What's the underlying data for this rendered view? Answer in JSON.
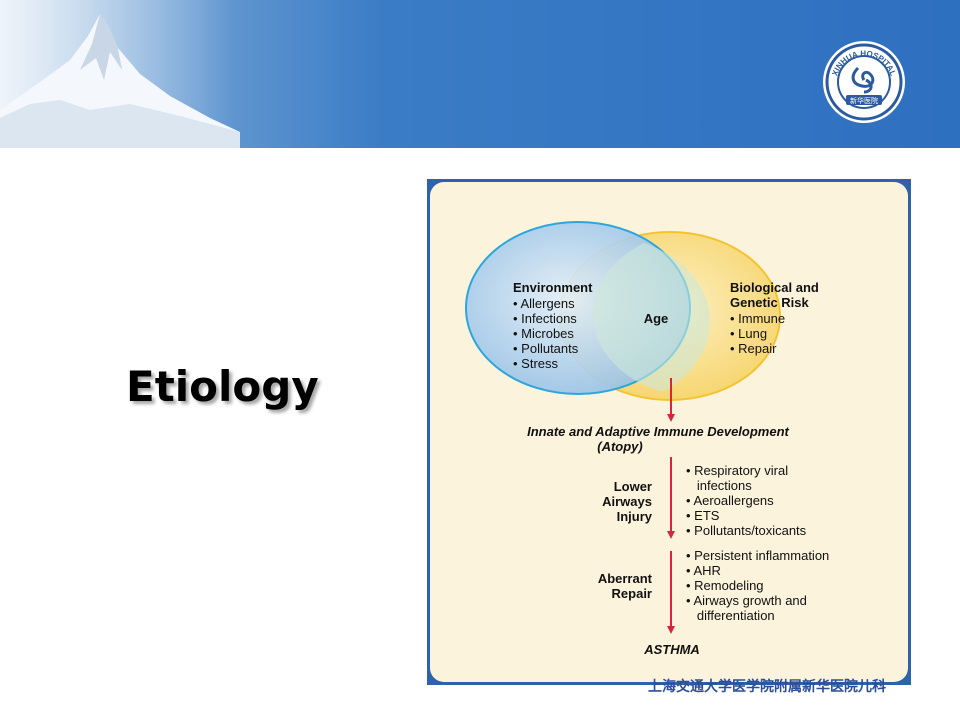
{
  "slide": {
    "title": "Etiology",
    "logo_text": "XINHUA HOSPITAL",
    "logo_cn": "新华医院",
    "footer": "上海交通大学医学院附属新华医院儿科"
  },
  "diagram": {
    "environment": {
      "heading": "Environment",
      "items": [
        "• Allergens",
        "• Infections",
        "• Microbes",
        "• Pollutants",
        "• Stress"
      ]
    },
    "biological": {
      "heading_lines": [
        "Biological and",
        "Genetic Risk"
      ],
      "items": [
        "• Immune",
        "• Lung",
        "• Repair"
      ]
    },
    "overlap": "Age",
    "development_lines": [
      "Innate and Adaptive Immune Development",
      "(Atopy)"
    ],
    "injury": {
      "label_lines": [
        "Lower",
        "Airways",
        "Injury"
      ],
      "items": [
        "• Respiratory viral",
        "   infections",
        "• Aeroallergens",
        "• ETS",
        "• Pollutants/toxicants"
      ]
    },
    "repair": {
      "label_lines": [
        "Aberrant",
        "Repair"
      ],
      "items": [
        "• Persistent inflammation",
        "• AHR",
        "• Remodeling",
        "• Airways growth and",
        "   differentiation"
      ]
    },
    "outcome": "ASTHMA",
    "colors": {
      "arrow": "#d8243c",
      "blue_circle": "#a7ccec",
      "yellow_circle": "#f8d878",
      "panel": "#fbf3dc",
      "frame": "#2f62ad"
    }
  }
}
